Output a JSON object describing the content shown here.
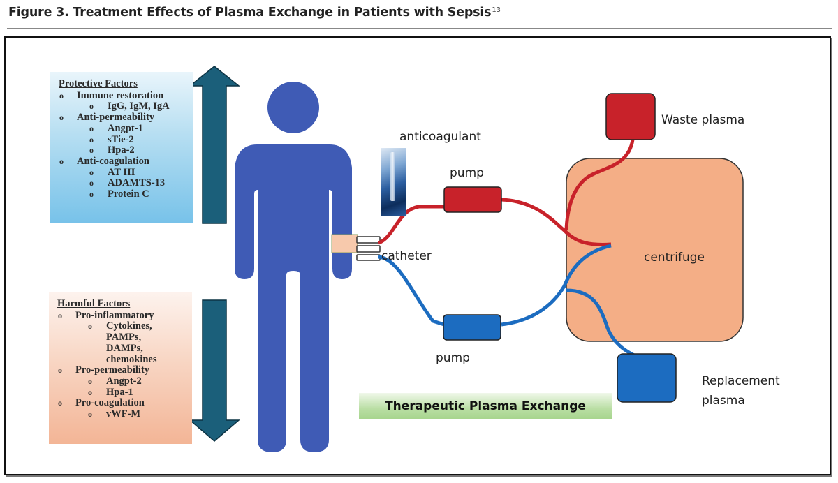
{
  "figure": {
    "title": "Figure 3. Treatment Effects of Plasma Exchange in Patients with Sepsis",
    "reference_superscript": "13"
  },
  "protective_factors": {
    "heading": "Protective Factors",
    "groups": [
      {
        "label": "Immune restoration",
        "items": [
          "IgG, IgM, IgA"
        ]
      },
      {
        "label": "Anti-permeability",
        "items": [
          "Angpt-1",
          "sTie-2",
          "Hpa-2"
        ]
      },
      {
        "label": "Anti-coagulation",
        "items": [
          "AT III",
          "ADAMTS-13",
          "Protein C"
        ]
      }
    ],
    "arrow_direction": "up"
  },
  "harmful_factors": {
    "heading": "Harmful Factors",
    "groups": [
      {
        "label": "Pro-inflammatory",
        "items": [
          "Cytokines,",
          "PAMPs,",
          "DAMPs,",
          "chemokines"
        ]
      },
      {
        "label": "Pro-permeability",
        "items": [
          "Angpt-2",
          "Hpa-1"
        ]
      },
      {
        "label": "Pro-coagulation",
        "items": [
          "vWF-M"
        ]
      }
    ],
    "arrow_direction": "down"
  },
  "labels": {
    "anticoagulant": "anticoagulant",
    "pump_top": "pump",
    "pump_bottom": "pump",
    "catheter": "catheter",
    "centrifuge": "centrifuge",
    "waste_plasma": "Waste plasma",
    "replacement_plasma_line1": "Replacement",
    "replacement_plasma_line2": "plasma",
    "banner": "Therapeutic Plasma Exchange"
  },
  "colors": {
    "person": "#3f5bb5",
    "arrow": "#1b5f7a",
    "red_line": "#c8222a",
    "blue_line": "#1c6cc0",
    "centrifuge": "#f4ae86",
    "catheter_band": "#f7c9ac"
  }
}
